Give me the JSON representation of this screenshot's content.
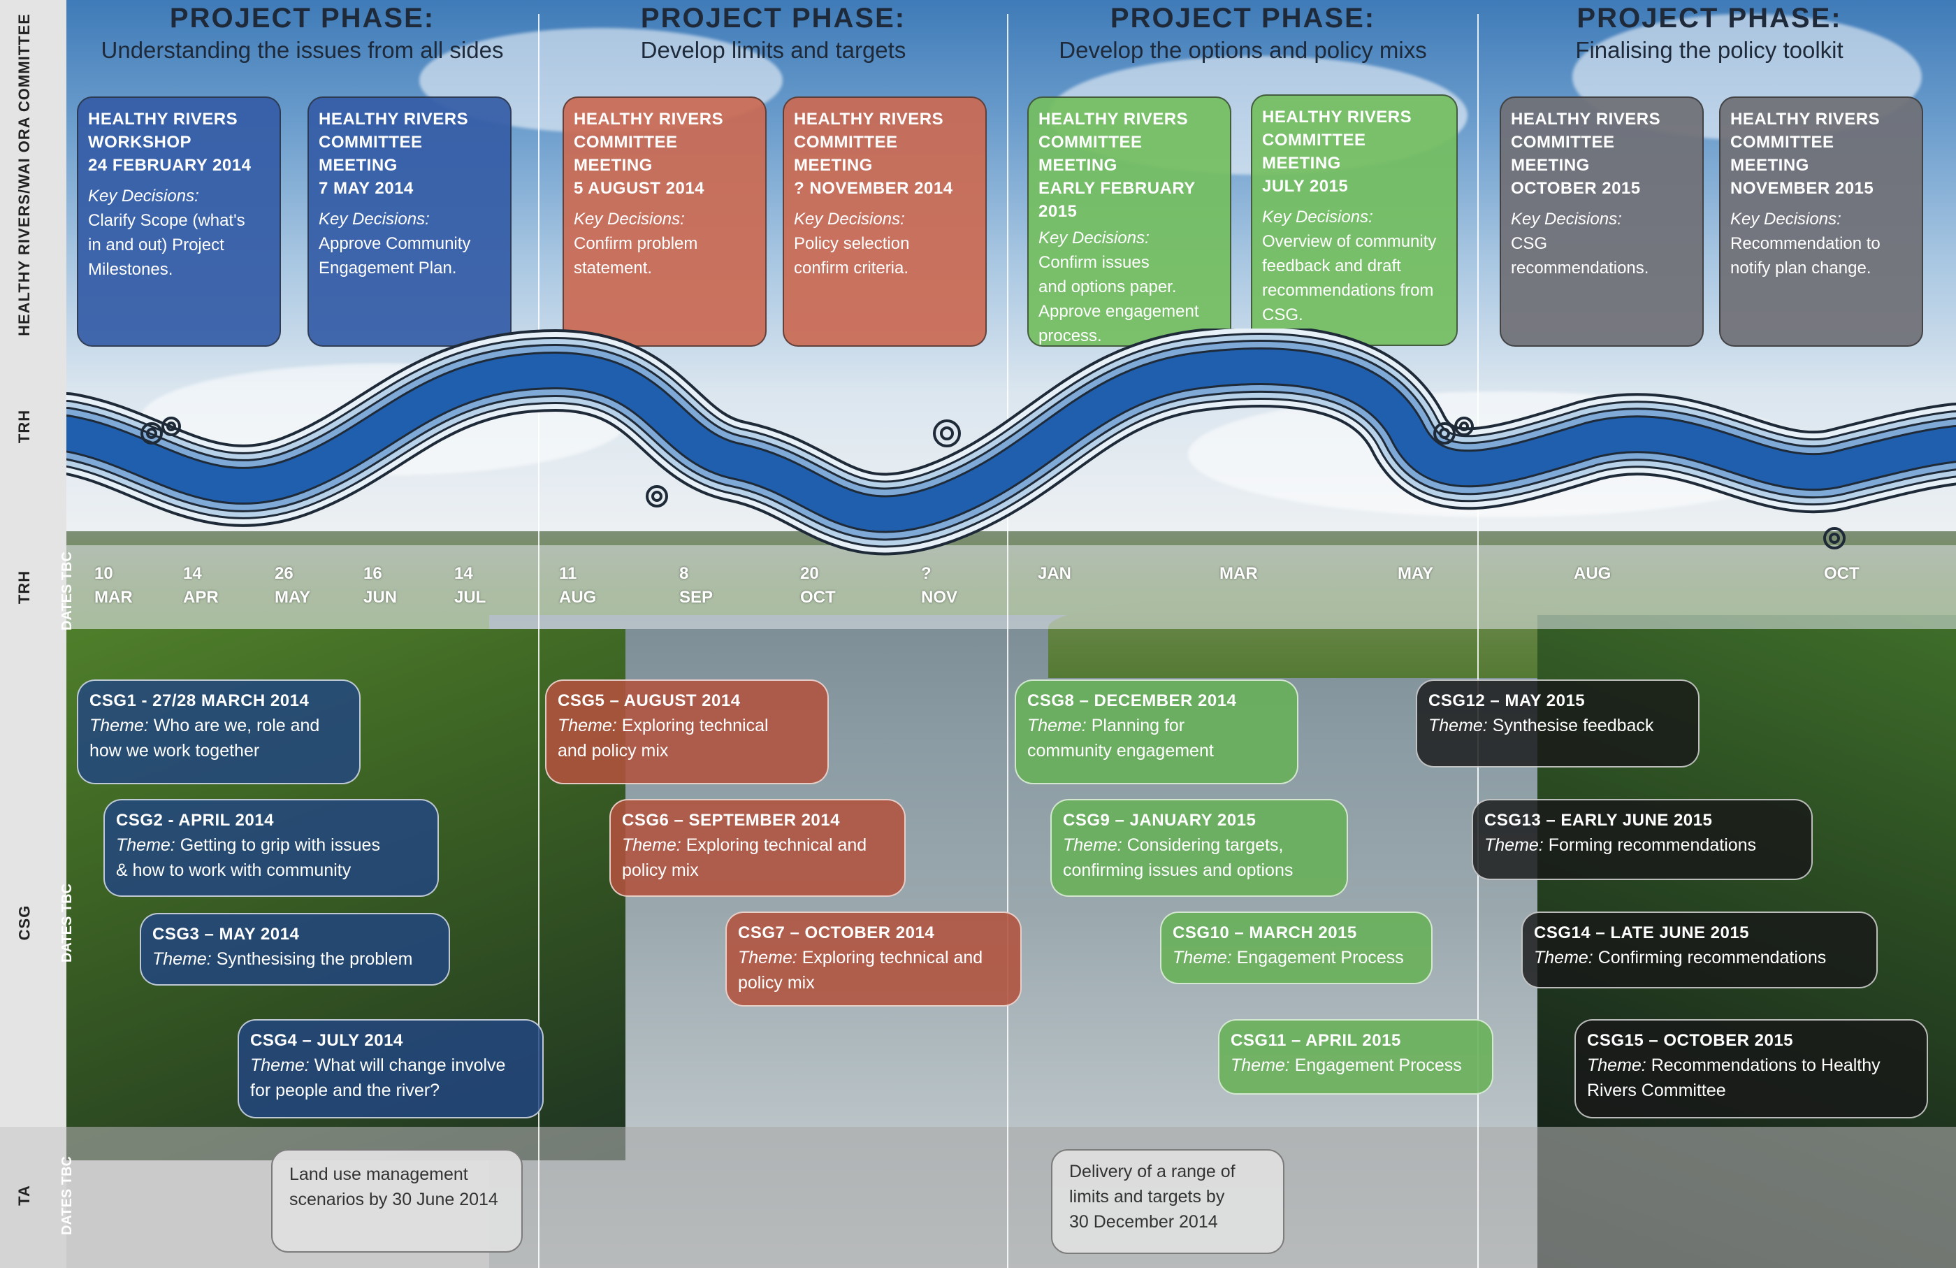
{
  "side_labels": {
    "committee": "HEALTHY RIVERS/WAI ORA COMMITTEE",
    "trh": "TRH",
    "dates_trh": "DATES TBC",
    "csg": "CSG",
    "dates_csg": "DATES TBC",
    "ta": "TA",
    "dates_ta": "DATES TBC"
  },
  "phases": [
    {
      "title": "PROJECT PHASE:",
      "subtitle": "Understanding the issues from all sides"
    },
    {
      "title": "PROJECT PHASE:",
      "subtitle": "Develop limits and targets"
    },
    {
      "title": "PROJECT PHASE:",
      "subtitle": "Develop the options and policy mixs"
    },
    {
      "title": "PROJECT PHASE:",
      "subtitle": "Finalising the policy toolkit"
    }
  ],
  "committee_meetings": [
    {
      "title": [
        "HEALTHY RIVERS",
        "WORKSHOP",
        "24 FEBRUARY 2014"
      ],
      "kd_label": "Key Decisions:",
      "text": [
        "Clarify Scope (what's",
        "in and out) Project",
        "Milestones."
      ],
      "color": "#345ca6"
    },
    {
      "title": [
        "HEALTHY RIVERS",
        "COMMITTEE MEETING",
        "7 MAY 2014"
      ],
      "kd_label": "Key Decisions:",
      "text": [
        "Approve Community",
        "Engagement Plan."
      ],
      "color": "#345ca6"
    },
    {
      "title": [
        "HEALTHY RIVERS",
        "COMMITTEE MEETING",
        "5 AUGUST 2014"
      ],
      "kd_label": "Key Decisions:",
      "text": [
        "Confirm problem",
        "statement."
      ],
      "color": "#ca6a54"
    },
    {
      "title": [
        "HEALTHY RIVERS",
        "COMMITTEE MEETING",
        "? NOVEMBER 2014"
      ],
      "kd_label": "Key Decisions:",
      "text": [
        "Policy selection",
        "confirm criteria."
      ],
      "color": "#ca6a54"
    },
    {
      "title": [
        "HEALTHY RIVERS",
        "COMMITTEE MEETING",
        "EARLY FEBRUARY",
        "2015"
      ],
      "kd_label": "Key Decisions:",
      "text": [
        "Confirm issues",
        "and options paper.",
        "Approve engagement",
        "process."
      ],
      "color": "#74be60"
    },
    {
      "title": [
        "HEALTHY RIVERS",
        "COMMITTEE MEETING",
        "JULY 2015"
      ],
      "kd_label": "Key Decisions:",
      "text": [
        "Overview of community",
        "feedback and draft",
        "recommendations from",
        "CSG."
      ],
      "color": "#74be60"
    },
    {
      "title": [
        "HEALTHY RIVERS",
        "COMMITTEE MEETING",
        "OCTOBER 2015"
      ],
      "kd_label": "Key Decisions:",
      "text": [
        "CSG",
        "recommendations."
      ],
      "color": "#707076"
    },
    {
      "title": [
        "HEALTHY RIVERS",
        "COMMITTEE MEETING",
        "NOVEMBER 2015"
      ],
      "kd_label": "Key Decisions:",
      "text": [
        "Recommendation to",
        "notify plan change."
      ],
      "color": "#707076"
    }
  ],
  "trh_dates": [
    {
      "day": "10",
      "month": "MAR"
    },
    {
      "day": "14",
      "month": "APR"
    },
    {
      "day": "26",
      "month": "MAY"
    },
    {
      "day": "16",
      "month": "JUN"
    },
    {
      "day": "14",
      "month": "JUL"
    },
    {
      "day": "11",
      "month": "AUG"
    },
    {
      "day": "8",
      "month": "SEP"
    },
    {
      "day": "20",
      "month": "OCT"
    },
    {
      "day": "?",
      "month": "NOV"
    },
    {
      "day": "",
      "month": "JAN"
    },
    {
      "day": "",
      "month": "MAR"
    },
    {
      "day": "",
      "month": "MAY"
    },
    {
      "day": "",
      "month": "AUG"
    },
    {
      "day": "",
      "month": "OCT"
    }
  ],
  "csg_meetings": [
    {
      "title": "CSG1 - 27/28 MARCH 2014",
      "theme_label": "Theme:",
      "theme": [
        "  Who are we, role and",
        "how we work together"
      ]
    },
    {
      "title": "CSG2 - APRIL 2014",
      "theme_label": "Theme:",
      "theme": [
        " Getting to grip with issues",
        "& how to work with community"
      ]
    },
    {
      "title": "CSG3 – MAY 2014",
      "theme_label": "Theme:",
      "theme": [
        " Synthesising the problem"
      ]
    },
    {
      "title": "CSG4 – JULY 2014",
      "theme_label": "Theme:",
      "theme": [
        " What will change involve",
        "for people and the river?"
      ]
    },
    {
      "title": "CSG5 – AUGUST 2014",
      "theme_label": "Theme:",
      "theme": [
        " Exploring technical",
        "and policy mix"
      ]
    },
    {
      "title": "CSG6 – SEPTEMBER 2014",
      "theme_label": "Theme:",
      "theme": [
        " Exploring technical and",
        "policy mix"
      ]
    },
    {
      "title": "CSG7 – OCTOBER 2014",
      "theme_label": "Theme:",
      "theme": [
        " Exploring technical and",
        "policy mix"
      ]
    },
    {
      "title": "CSG8 – DECEMBER 2014",
      "theme_label": "Theme:",
      "theme": [
        " Planning for",
        "community engagement"
      ]
    },
    {
      "title": "CSG9 – JANUARY 2015",
      "theme_label": "Theme:",
      "theme": [
        " Considering targets,",
        "confirming issues and options"
      ]
    },
    {
      "title": "CSG10 – MARCH 2015",
      "theme_label": "Theme:",
      "theme": [
        " Engagement Process"
      ]
    },
    {
      "title": "CSG11 – APRIL 2015",
      "theme_label": "Theme:",
      "theme": [
        " Engagement Process"
      ]
    },
    {
      "title": "CSG12 – MAY 2015",
      "theme_label": "Theme:",
      "theme": [
        " Synthesise feedback"
      ]
    },
    {
      "title": "CSG13 – EARLY JUNE 2015",
      "theme_label": "Theme:",
      "theme": [
        " Forming recommendations"
      ]
    },
    {
      "title": "CSG14 – LATE JUNE 2015",
      "theme_label": "Theme:",
      "theme": [
        " Confirming recommendations"
      ]
    },
    {
      "title": "CSG15 – OCTOBER 2015",
      "theme_label": "Theme:",
      "theme": [
        " Recommendations to Healthy",
        "Rivers Committee"
      ]
    }
  ],
  "ta_items": [
    {
      "text": [
        "Land use management",
        "scenarios by 30 June 2014"
      ]
    },
    {
      "text": [
        "Delivery of a range of",
        "limits and targets by",
        "30 December 2014"
      ]
    }
  ],
  "colors": {
    "phase1": "#345ca6",
    "phase2": "#ca6a54",
    "phase3": "#74be60",
    "phase4": "#707076",
    "river_dark": "#1f5fae",
    "river_light": "#cfe0ef"
  }
}
